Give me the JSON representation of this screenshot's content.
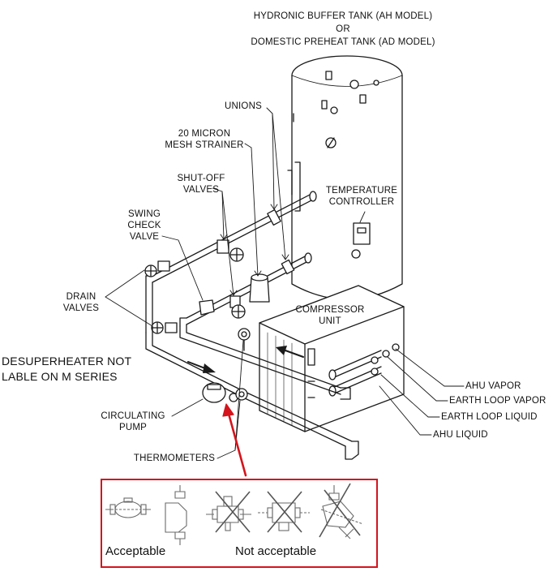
{
  "title": {
    "line1": "HYDRONIC BUFFER TANK (AH MODEL)",
    "line2": "OR",
    "line3": "DOMESTIC PREHEAT TANK (AD MODEL)"
  },
  "labels": {
    "unions": "UNIONS",
    "strainer_line1": "20 MICRON",
    "strainer_line2": "MESH STRAINER",
    "shutoff_line1": "SHUT-OFF",
    "shutoff_line2": "VALVES",
    "swing_line1": "SWING",
    "swing_line2": "CHECK",
    "swing_line3": "VALVE",
    "temp_line1": "TEMPERATURE",
    "temp_line2": "CONTROLLER",
    "drain_line1": "DRAIN",
    "drain_line2": "VALVES",
    "compressor_line1": "COMPRESSOR",
    "compressor_line2": "UNIT",
    "desuper_line1": "DESUPERHEATER NOT",
    "desuper_line2": "LABLE ON M SERIES",
    "pump_line1": "CIRCULATING",
    "pump_line2": "PUMP",
    "thermometers": "THERMOMETERS",
    "ahu_vapor": "AHU VAPOR",
    "earth_vapor": "EARTH LOOP VAPOR",
    "earth_liquid": "EARTH LOOP LIQUID",
    "ahu_liquid": "AHU LIQUID"
  },
  "legend": {
    "acceptable": "Acceptable",
    "not_acceptable": "Not acceptable"
  },
  "colors": {
    "line": "#1a1a1a",
    "highlight": "#d4141c"
  }
}
